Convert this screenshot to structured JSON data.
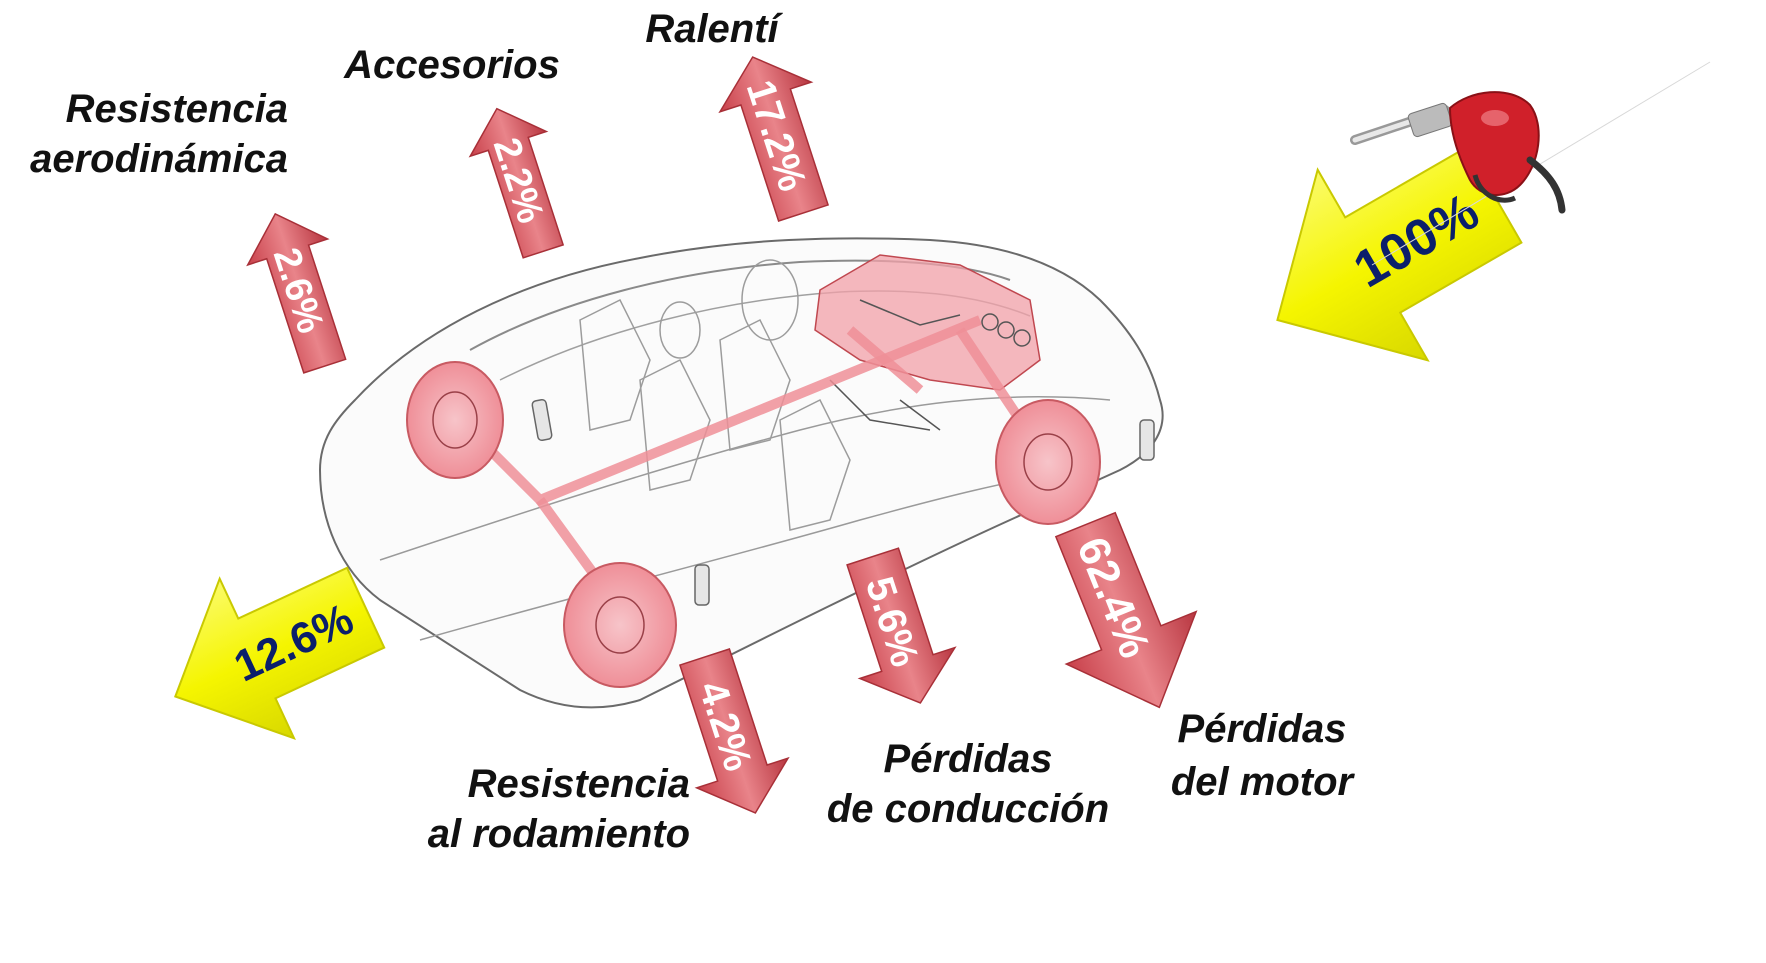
{
  "labels": {
    "ralenti": "Ralentí",
    "accesorios": "Accesorios",
    "resist_aero_1": "Resistencia",
    "resist_aero_2": "aerodinámica",
    "resist_rod_1": "Resistencia",
    "resist_rod_2": "al rodamiento",
    "perd_cond_1": "Pérdidas",
    "perd_cond_2": "de conducción",
    "perd_motor_1": "Pérdidas",
    "perd_motor_2": "del motor"
  },
  "values": {
    "fuel_input": "100%",
    "wheels_output": "12.6%",
    "aero": "2.6%",
    "accessories": "2.2%",
    "idle": "17.2%",
    "rolling": "4.2%",
    "drivetrain": "5.6%",
    "engine": "62.4%"
  },
  "colors": {
    "yellow_arrow": "#f5f500",
    "red_arrow": "#d9545c",
    "pct_blue": "#0b1f6b",
    "car_highlight": "#f2a0a8"
  },
  "icons": {
    "fuel_nozzle": "fuel-nozzle-icon",
    "car": "car-cutaway-illustration"
  }
}
